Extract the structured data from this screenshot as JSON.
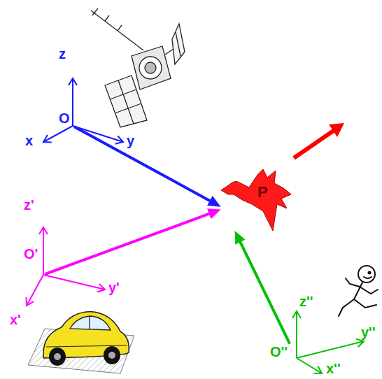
{
  "diagram": {
    "nodes": [
      {
        "text": [
          "O"
        ]
      },
      {
        "text": [
          "O'"
        ]
      },
      {
        "text": [
          "O''"
        ]
      },
      {
        "text": [
          "P"
        ]
      }
    ],
    "edges": [
      {
        "from": 0,
        "to": 3,
        "arrow": "to"
      },
      {
        "from": 1,
        "to": 3,
        "arrow": "to"
      },
      {
        "from": 2,
        "to": 3,
        "arrow": "to"
      }
    ],
    "labels": [
      "z",
      "x",
      "y",
      "z'",
      "y'",
      "x'",
      "z''",
      "y''",
      "x''"
    ]
  }
}
